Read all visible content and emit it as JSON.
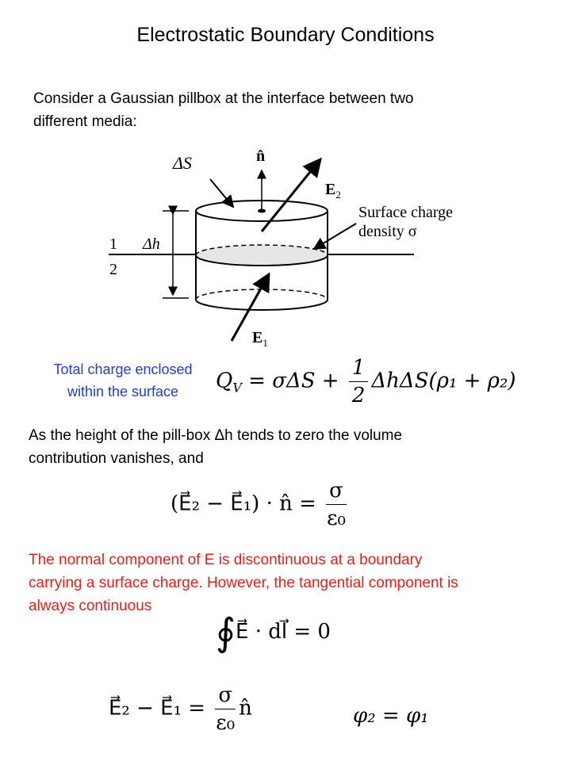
{
  "title": "Electrostatic Boundary Conditions",
  "intro": [
    "Consider a Gaussian pillbox at the interface between two",
    "different media:"
  ],
  "diagram": {
    "delta_s": "ΔS",
    "n_hat": "n̂",
    "e2": "E",
    "e2_sub": "2",
    "e1": "E",
    "e1_sub": "1",
    "surface_charge": [
      "Surface charge",
      "density σ"
    ],
    "medium1": "1",
    "medium2": "2",
    "delta_h": "Δh"
  },
  "total_charge_label": [
    "Total charge enclosed",
    "within the surface"
  ],
  "eq1": {
    "lhs": "Q",
    "lhs_sub": "V",
    "mid": " = σΔS + ",
    "num": "1",
    "den": "2",
    "rest": "ΔhΔS(ρ₁ + ρ₂)"
  },
  "height_text": [
    "As the height of the pill-box Δh tends to zero the volume",
    "contribution vanishes, and"
  ],
  "eq2": {
    "lhs": "(E⃗₂ − E⃗₁) · n̂ = ",
    "num": "σ",
    "den": "ε₀"
  },
  "red_text": [
    "The normal component  of E is discontinuous at a boundary",
    "carrying a surface charge. However,  the tangential component is",
    "always continuous"
  ],
  "eq3": {
    "integral": "∮",
    "body": "E⃗ · dl⃗ = 0"
  },
  "eq4": {
    "lhs": "E⃗₂ − E⃗₁ = ",
    "num": "σ",
    "den": "ε₀",
    "rhs": "n̂"
  },
  "eq5": "φ₂ = φ₁",
  "colors": {
    "blue": "#1f3fd0",
    "red": "#e0201c"
  }
}
